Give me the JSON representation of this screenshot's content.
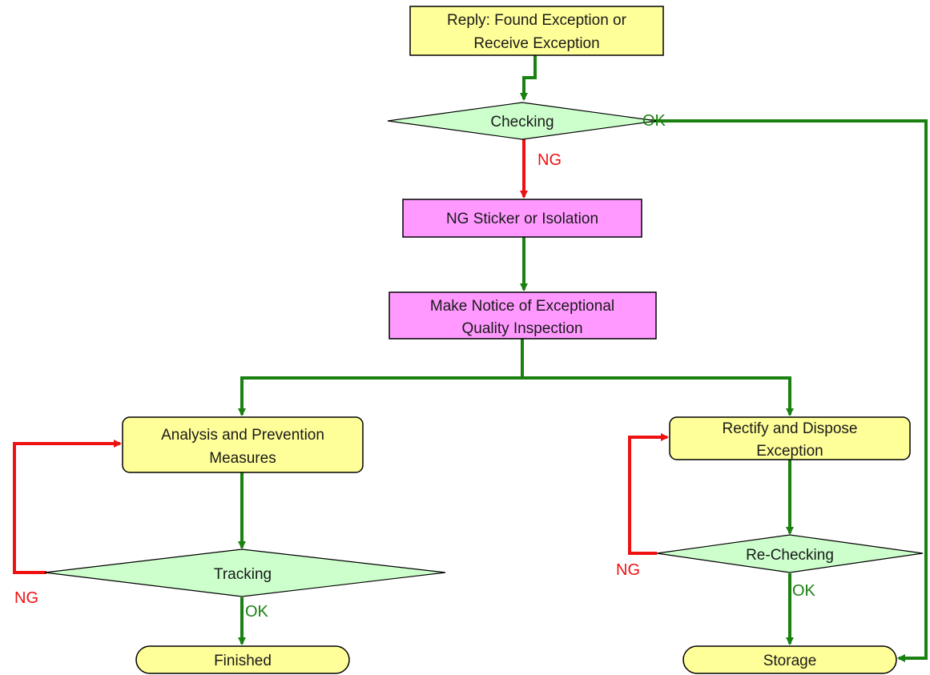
{
  "colors": {
    "yes_path": "#1a8010",
    "no_path": "#ee1111",
    "process_fill": "#ffff99",
    "inspection_fill": "#ff99ff",
    "decision_fill": "#ccffcc",
    "outline": "#000000",
    "ok_label": "#1a8010",
    "ng_label": "#ee1111"
  },
  "nodes": {
    "reply": {
      "line1": "Reply: Found Exception or",
      "line2": "Receive Exception"
    },
    "checking": {
      "label": "Checking"
    },
    "ng_sticker": {
      "label": "NG Sticker or Isolation"
    },
    "make_notice": {
      "line1": "Make Notice of Exceptional",
      "line2": "Quality Inspection"
    },
    "analysis": {
      "line1": "Analysis and Prevention",
      "line2": "Measures"
    },
    "rectify": {
      "line1": "Rectify and Dispose",
      "line2": "Exception"
    },
    "tracking": {
      "label": "Tracking"
    },
    "rechecking": {
      "label": "Re-Checking"
    },
    "finished": {
      "label": "Finished"
    },
    "storage": {
      "label": "Storage"
    }
  },
  "edge_labels": {
    "checking_ok": "OK",
    "checking_ng": "NG",
    "tracking_ng": "NG",
    "tracking_ok": "OK",
    "rechecking_ng": "NG",
    "rechecking_ok": "OK"
  }
}
